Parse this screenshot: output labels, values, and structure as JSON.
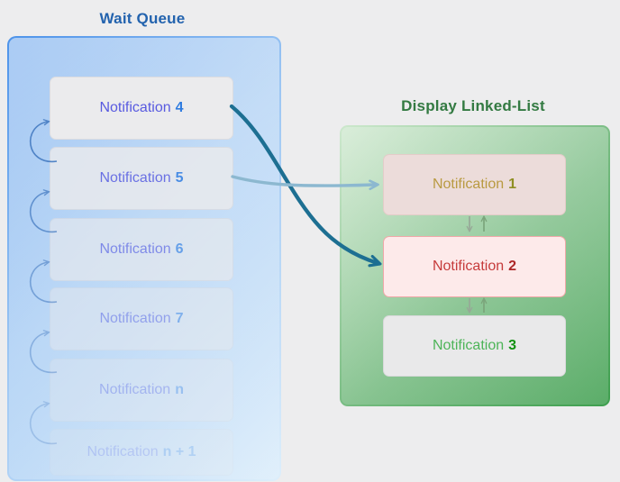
{
  "diagram": {
    "wait_queue": {
      "title": "Wait Queue",
      "items": [
        {
          "label": "Notification",
          "number": "4"
        },
        {
          "label": "Notification",
          "number": "5"
        },
        {
          "label": "Notification",
          "number": "6"
        },
        {
          "label": "Notification",
          "number": "7"
        },
        {
          "label": "Notification",
          "number": "n"
        },
        {
          "label": "Notification",
          "number": "n + 1"
        }
      ],
      "colors": {
        "title": "#2363ae",
        "item_label": "#585ae0",
        "item_number": "#2f7ce0",
        "border_gradient_start": "#4d93ea",
        "border_gradient_end": "#ddeefb",
        "advance_arrow": "#4a7fc4"
      }
    },
    "display_list": {
      "title": "Display Linked-List",
      "items": [
        {
          "label": "Notification",
          "number": "1",
          "bg": "#ecdcda",
          "border": "#e3ccc8",
          "label_color": "#b99a41",
          "number_color": "#8f8f23"
        },
        {
          "label": "Notification",
          "number": "2",
          "bg": "#fdeaea",
          "border": "#f0a8a8",
          "label_color": "#c63b3b",
          "number_color": "#ad2727"
        },
        {
          "label": "Notification",
          "number": "3",
          "bg": "#e9e9ea",
          "border": "#d9d9db",
          "label_color": "#4db458",
          "number_color": "#119211"
        }
      ],
      "colors": {
        "title": "#337a42",
        "border_gradient_start": "#cde8cd",
        "border_gradient_end": "#3f9f4f",
        "link_down_arrow": "#97a897",
        "link_up_arrow": "#7ba57b"
      }
    },
    "transfer_arrows": {
      "queue_item_4_to_node_2_color": "#1d6f92",
      "queue_item_5_to_node_1_color": "#8cb8d0"
    }
  }
}
